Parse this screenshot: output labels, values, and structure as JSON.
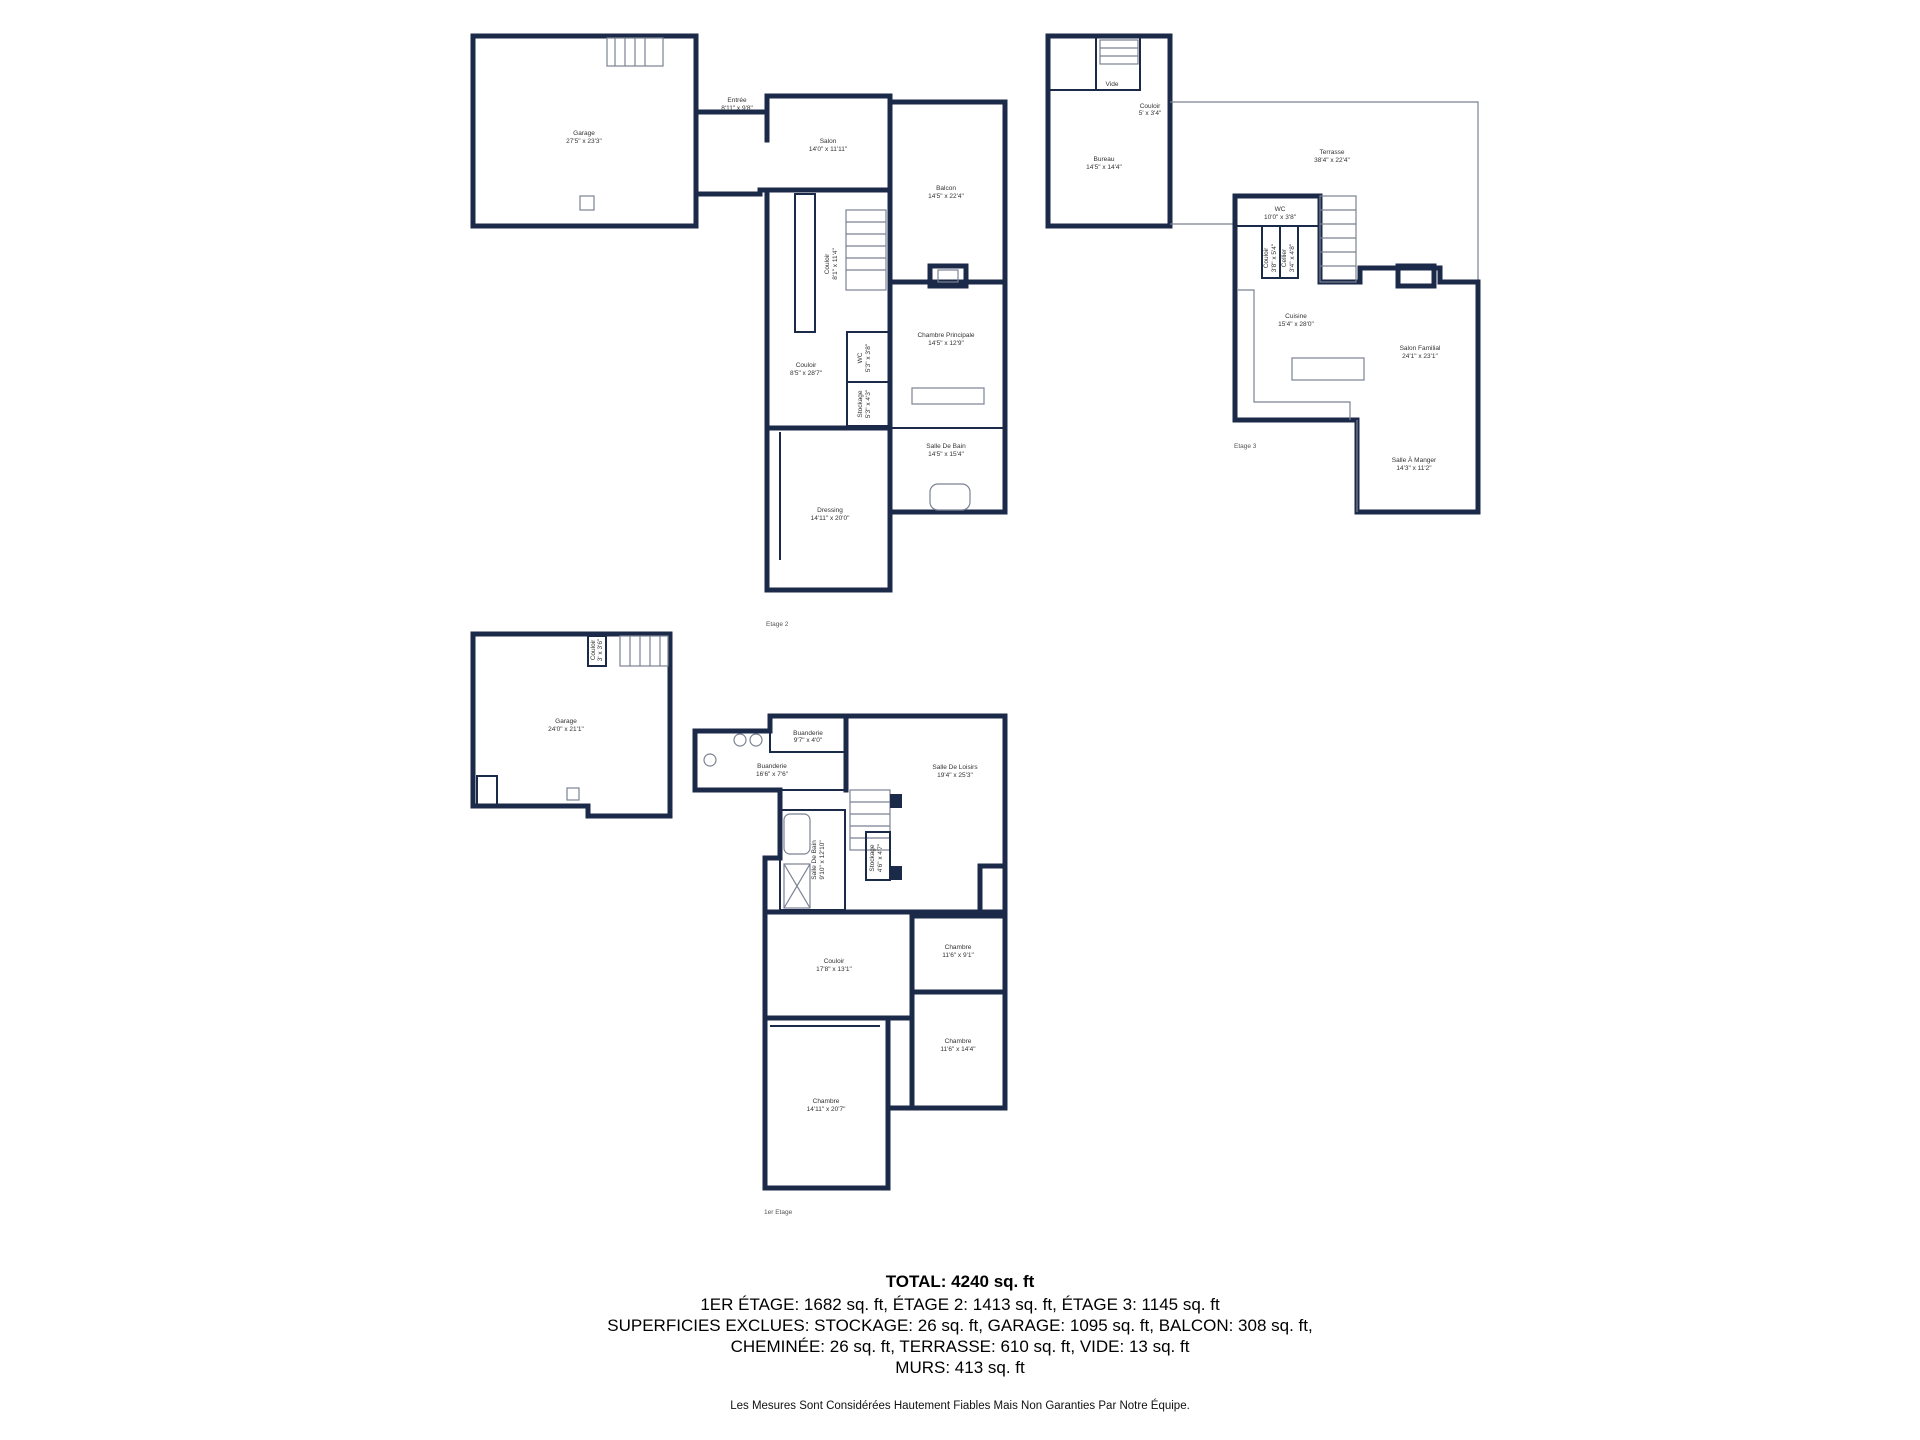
{
  "floors": {
    "etage2": {
      "label": "Etage 2",
      "rooms": {
        "garage": {
          "name": "Garage",
          "dims": "27'5\" x 23'3\""
        },
        "entree": {
          "name": "Entrée",
          "dims": "8'11\" x 9'8\""
        },
        "salon": {
          "name": "Salon",
          "dims": "14'0\" x 11'11\""
        },
        "balcon": {
          "name": "Balcon",
          "dims": "14'5\" x 22'4\""
        },
        "couloir_a": {
          "name": "Couloir",
          "dims": "8'1\" x 11'4\""
        },
        "chambre_principale": {
          "name": "Chambre Principale",
          "dims": "14'5\" x 12'9\""
        },
        "wc": {
          "name": "WC",
          "dims": "5'3\" x 3'8\""
        },
        "couloir_b": {
          "name": "Couloir",
          "dims": "8'5\" x 28'7\""
        },
        "stockage": {
          "name": "Stockage",
          "dims": "5'3\" x 4'3\""
        },
        "salle_de_bain": {
          "name": "Salle De Bain",
          "dims": "14'5\" x 15'4\""
        },
        "dressing": {
          "name": "Dressing",
          "dims": "14'11\" x 20'0\""
        }
      }
    },
    "etage3": {
      "label": "Etage 3",
      "rooms": {
        "vide": {
          "name": "Vide",
          "dims": ""
        },
        "couloir_top": {
          "name": "Couloir",
          "dims": "5' x 3'4\""
        },
        "bureau": {
          "name": "Bureau",
          "dims": "14'5\" x 14'4\""
        },
        "terrasse": {
          "name": "Terrasse",
          "dims": "38'4\" x 22'4\""
        },
        "wc": {
          "name": "WC",
          "dims": "10'0\" x 3'8\""
        },
        "couloir_v": {
          "name": "Couloir",
          "dims": "3'8\" x 5'4\""
        },
        "cellier": {
          "name": "Cellier",
          "dims": "3'4\" x 4'8\""
        },
        "cuisine": {
          "name": "Cuisine",
          "dims": "15'4\" x 28'0\""
        },
        "salon_familial": {
          "name": "Salon Familial",
          "dims": "24'1\" x 23'1\""
        },
        "salle_a_manger": {
          "name": "Salle À Manger",
          "dims": "14'3\" x 11'2\""
        }
      }
    },
    "etage1": {
      "label": "1er Etage",
      "rooms": {
        "garage": {
          "name": "Garage",
          "dims": "24'0\" x 21'1\""
        },
        "couloir_g": {
          "name": "Couloir",
          "dims": "3' x 3'6\""
        },
        "buanderie_a": {
          "name": "Buanderie",
          "dims": "9'7\" x 4'0\""
        },
        "buanderie_b": {
          "name": "Buanderie",
          "dims": "16'6\" x 7'6\""
        },
        "salle_de_loisirs": {
          "name": "Salle De Loisirs",
          "dims": "19'4\" x 25'3\""
        },
        "salle_de_bain": {
          "name": "Salle De Bain",
          "dims": "9'10\" x 12'10\""
        },
        "stockage": {
          "name": "Stockage",
          "dims": "4'6\" x 4'7\""
        },
        "couloir": {
          "name": "Couloir",
          "dims": "17'8\" x 13'1\""
        },
        "chambre_a": {
          "name": "Chambre",
          "dims": "11'6\" x 9'1\""
        },
        "chambre_b": {
          "name": "Chambre",
          "dims": "11'6\" x 14'4\""
        },
        "chambre_c": {
          "name": "Chambre",
          "dims": "14'11\" x 20'7\""
        }
      }
    }
  },
  "summary": {
    "total": "TOTAL: 4240 sq. ft",
    "line1": "1ER ÉTAGE: 1682 sq. ft, ÉTAGE 2: 1413 sq. ft, ÉTAGE 3: 1145 sq. ft",
    "line2": "SUPERFICIES EXCLUES: STOCKAGE: 26 sq. ft, GARAGE: 1095 sq. ft, BALCON: 308 sq. ft,",
    "line3": "CHEMINÉE: 26 sq. ft, TERRASSE: 610 sq. ft, VIDE: 13 sq. ft",
    "line4": "MURS: 413 sq. ft"
  },
  "disclaimer": "Les Mesures Sont Considérées Hautement Fiables Mais Non Garanties Par Notre Équipe.",
  "colors": {
    "wall": "#1c2a4a",
    "background": "#ffffff"
  }
}
